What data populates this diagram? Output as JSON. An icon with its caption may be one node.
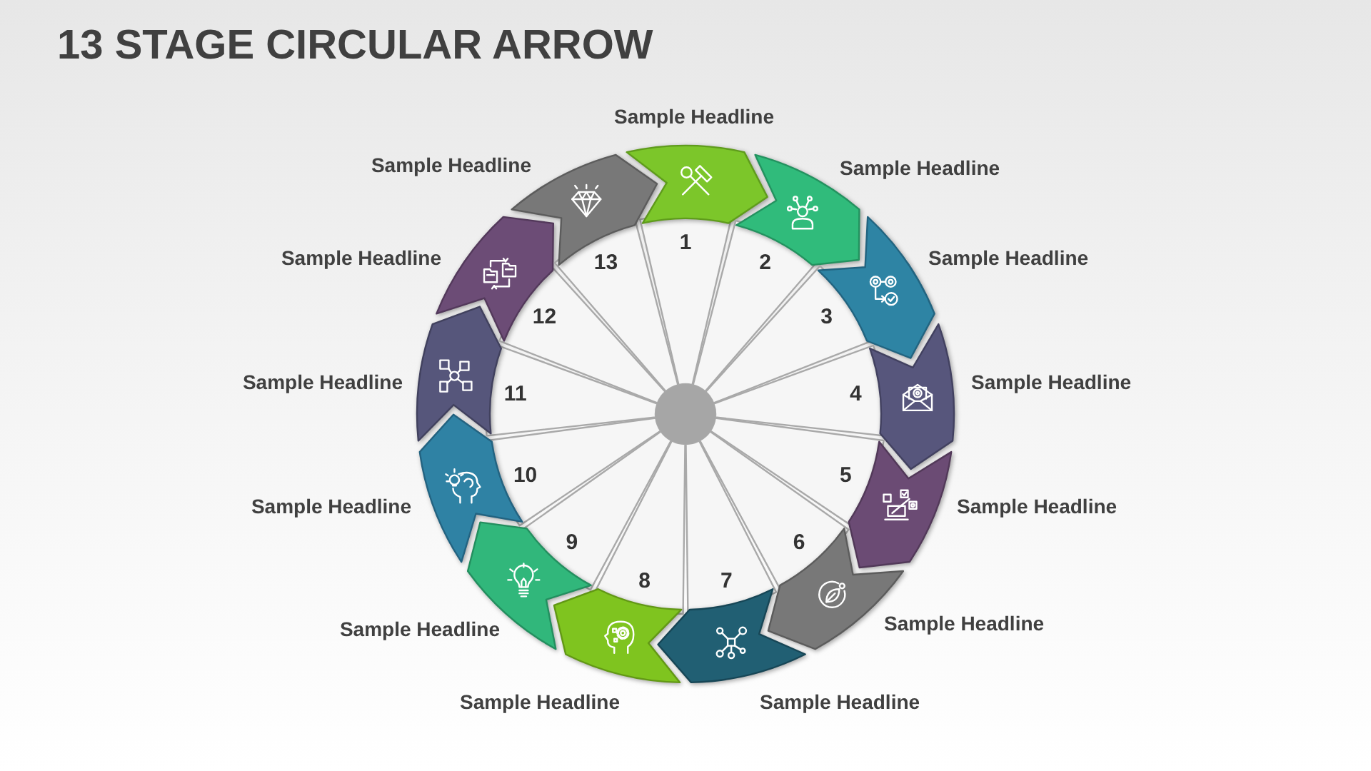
{
  "diagram": {
    "title": "13 STAGE CIRCULAR ARROW",
    "nodes": [
      {
        "text": [
          "1"
        ],
        "beside": [
          "Sample Headline"
        ]
      },
      {
        "text": [
          "2"
        ],
        "beside": [
          "Sample Headline"
        ]
      },
      {
        "text": [
          "3"
        ],
        "beside": [
          "Sample Headline"
        ]
      },
      {
        "text": [
          "4"
        ],
        "beside": [
          "Sample Headline"
        ]
      },
      {
        "text": [
          "5"
        ],
        "beside": [
          "Sample Headline"
        ]
      },
      {
        "text": [
          "6"
        ],
        "beside": [
          "Sample Headline"
        ]
      },
      {
        "text": [
          "7"
        ],
        "beside": [
          "Sample Headline"
        ]
      },
      {
        "text": [
          "8"
        ],
        "beside": [
          "Sample Headline"
        ]
      },
      {
        "text": [
          "9"
        ],
        "beside": [
          "Sample Headline"
        ]
      },
      {
        "text": [
          "10"
        ],
        "beside": [
          "Sample Headline"
        ]
      },
      {
        "text": [
          "11"
        ],
        "beside": [
          "Sample Headline"
        ]
      },
      {
        "text": [
          "12"
        ],
        "beside": [
          "Sample Headline"
        ]
      },
      {
        "text": [
          "13"
        ],
        "beside": [
          "Sample Headline"
        ]
      }
    ]
  }
}
